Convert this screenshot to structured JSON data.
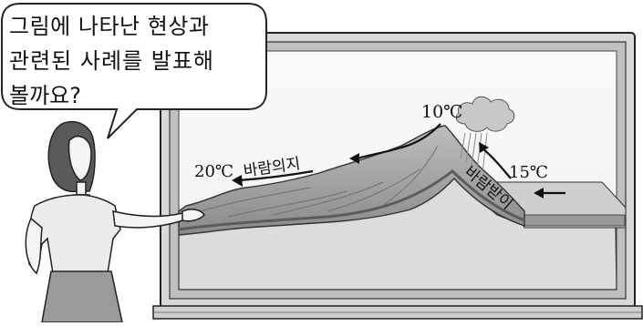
{
  "speech": {
    "line1": "그림에 나타난 현상과",
    "line2": "관련된 사례를 발표해",
    "line3": "볼까요?"
  },
  "diagram": {
    "temp_top": "10℃",
    "temp_left": "20℃",
    "temp_right": "15℃",
    "label_leeward": "바람의지",
    "label_windward": "바람받이"
  }
}
